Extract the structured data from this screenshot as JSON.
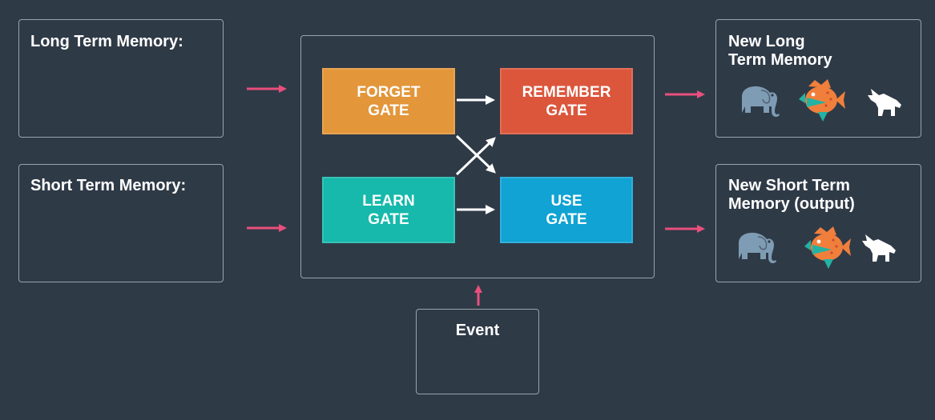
{
  "inputs": {
    "ltm_label": "Long Term Memory:",
    "stm_label": "Short Term Memory:",
    "event_label": "Event"
  },
  "gates": {
    "forget": [
      "FORGET",
      "GATE"
    ],
    "remember": [
      "REMEMBER",
      "GATE"
    ],
    "learn": [
      "LEARN",
      "GATE"
    ],
    "use": [
      "USE",
      "GATE"
    ]
  },
  "outputs": {
    "new_ltm_label": [
      "New Long",
      "Term Memory"
    ],
    "new_stm_label": [
      "New Short Term",
      "Memory (output)"
    ]
  },
  "icons": [
    "elephant-icon",
    "fish-icon",
    "wolf-icon"
  ],
  "colors": {
    "background": "#2f3a47",
    "forget_gate": "#e3963a",
    "remember_gate": "#dc563c",
    "learn_gate": "#16b9ab",
    "use_gate": "#10a3d3",
    "input_arrow": "#e94f7c",
    "gate_arrow": "#ffffff",
    "elephant": "#7e9cb3",
    "fish": "#f07f3c",
    "wolf": "#ffffff"
  }
}
